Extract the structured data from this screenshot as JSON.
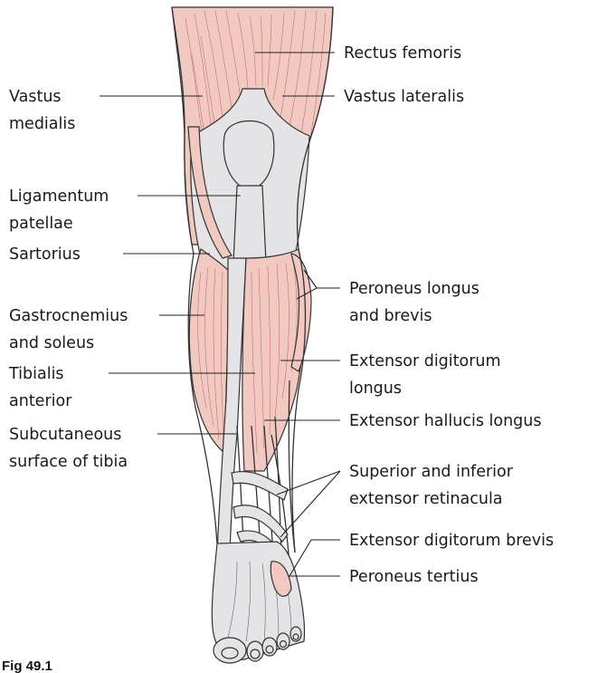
{
  "labels": {
    "rectus_femoris": "Rectus femoris",
    "vastus_medialis": [
      "Vastus",
      "medialis"
    ],
    "vastus_lateralis": "Vastus lateralis",
    "ligamentum_patellae": [
      "Ligamentum",
      "patellae"
    ],
    "sartorius": "Sartorius",
    "peroneus_longus_brevis": [
      "Peroneus longus",
      "and brevis"
    ],
    "gastrocnemius_soleus": [
      "Gastrocnemius",
      "and soleus"
    ],
    "extensor_digitorum_longus": [
      "Extensor digitorum",
      "longus"
    ],
    "tibialis_anterior": [
      "Tibialis",
      "anterior"
    ],
    "extensor_hallucis_longus": "Extensor hallucis longus",
    "subcutaneous_tibia": [
      "Subcutaneous",
      "surface of tibia"
    ],
    "retinacula": [
      "Superior and inferior",
      "extensor retinacula"
    ],
    "extensor_digitorum_brevis": "Extensor digitorum brevis",
    "peroneus_tertius": "Peroneus tertius"
  },
  "caption": "Fig 49.1",
  "colors": {
    "muscle": "#f1c9c0",
    "muscle_fiber": "#b55a52",
    "tendon": "#e4e4e6",
    "outline": "#333333"
  }
}
